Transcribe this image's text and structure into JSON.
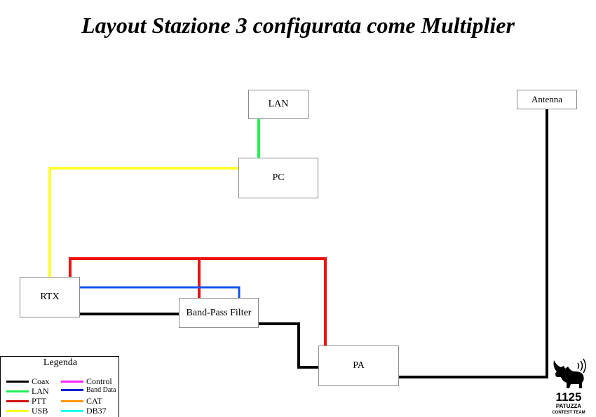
{
  "title": "Layout Stazione 3 configurata come Multiplier",
  "nodes": {
    "lan": "LAN",
    "pc": "PC",
    "rtx": "RTX",
    "bpf": "Band-Pass Filter",
    "pa": "PA",
    "antenna": "Antenna"
  },
  "legend": {
    "title": "Legenda",
    "items": [
      {
        "label": "Coax",
        "color": "#000000"
      },
      {
        "label": "LAN",
        "color": "#22ee55"
      },
      {
        "label": "PTT",
        "color": "#d01010"
      },
      {
        "label": "USB",
        "color": "#ffff22"
      },
      {
        "label": "Control",
        "color": "#ff22ff"
      },
      {
        "label": "Band Data",
        "color": "#0022cc"
      },
      {
        "label": "CAT",
        "color": "#ff9900"
      },
      {
        "label": "DB37",
        "color": "#22ffee"
      }
    ]
  },
  "colors": {
    "coax": "#000000",
    "lan": "#22ee55",
    "ptt": "#ee1111",
    "usb": "#ffff33",
    "band_data": "#1155ee"
  },
  "logo": {
    "number": "1125",
    "line1": "PATUZZA",
    "line2": "CONTEST TEAM"
  }
}
